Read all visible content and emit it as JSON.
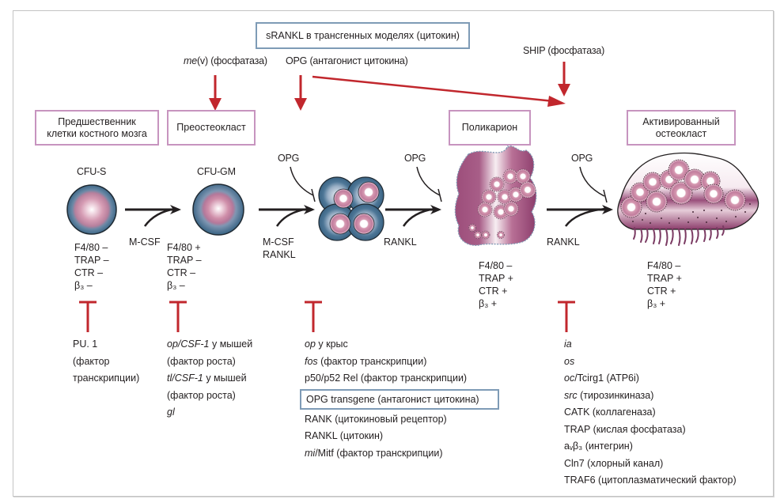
{
  "frame": {
    "border_color": "#c4c4c4"
  },
  "colors": {
    "inhibitor_red": "#c1272d",
    "arrow_dark": "#231f20",
    "box_blue": "#7e9bb6",
    "box_pink": "#c794bf",
    "cell_blue": "#46708f",
    "cell_pink": "#b87a96",
    "cell_purple": "#8c3d6c"
  },
  "top": {
    "srankl_box": "sRANKL в трансгенных моделях (цитокин)",
    "mev_label_italic": "me",
    "mev_label_rest": "(v) (фосфатаза)",
    "opg_label": "OPG (антагонист цитокина)",
    "ship_label": "SHIP (фосфатаза)"
  },
  "stages": [
    {
      "box": "Предшественник\nклетки костного мозга",
      "cell_label": "CFU-S",
      "markers": "F4/80 –\nTRAP –\nCTR –\nβ₃ –"
    },
    {
      "box": "Преостеокласт",
      "cell_label": "CFU-GM",
      "markers": "F4/80 +\nTRAP –\nCTR –\nβ₃ –"
    },
    {
      "box": "",
      "cell_label": "",
      "markers": ""
    },
    {
      "box": "Поликарион",
      "cell_label": "",
      "markers": "F4/80 –\nTRAP +\nCTR +\nβ₃ +"
    },
    {
      "box": "Активированный\nостеокласт",
      "cell_label": "",
      "markers": "F4/80 –\nTRAP +\nCTR +\nβ₃ +"
    }
  ],
  "transitions": [
    {
      "factor": "M-CSF",
      "inhibitor": ""
    },
    {
      "factor": "M-CSF\nRANKL",
      "inhibitor": "OPG"
    },
    {
      "factor": "RANKL",
      "inhibitor": "OPG"
    },
    {
      "factor": "RANKL",
      "inhibitor": "OPG"
    }
  ],
  "knockouts": [
    {
      "lines": [
        {
          "it": "",
          "txt": "PU. 1"
        },
        {
          "it": "",
          "txt": "(фактор"
        },
        {
          "it": "",
          "txt": "транскрипции)"
        }
      ]
    },
    {
      "lines": [
        {
          "it": "op/CSF-1",
          "txt": " у мышей"
        },
        {
          "it": "",
          "txt": "(фактор роста)"
        },
        {
          "it": "tl/CSF-1",
          "txt": " у мышей"
        },
        {
          "it": "",
          "txt": "(фактор роста)"
        },
        {
          "it": "gl",
          "txt": ""
        }
      ]
    },
    {
      "lines": [
        {
          "it": "op",
          "txt": " у крыс"
        },
        {
          "it": "fos",
          "txt": " (фактор транскрипции)"
        },
        {
          "it": "",
          "txt": "p50/p52 Rel (фактор транскрипции)"
        }
      ],
      "boxed": "OPG transgene (антагонист цитокина)",
      "lines_after": [
        {
          "it": "",
          "txt": "RANK (цитокиновый рецептор)"
        },
        {
          "it": "",
          "txt": "RANKL (цитокин)"
        },
        {
          "it": "mi",
          "txt": "/Mitf (фактор транскрипции)"
        }
      ]
    },
    {
      "lines": [
        {
          "it": "ia",
          "txt": ""
        },
        {
          "it": "os",
          "txt": ""
        },
        {
          "it": "oc",
          "txt": "/Tcirg1 (ATP6i)"
        },
        {
          "it": "src",
          "txt": " (тирозинкиназа)"
        },
        {
          "it": "",
          "txt": "CATK (коллагеназа)"
        },
        {
          "it": "",
          "txt": "TRAP (кислая фосфатаза)"
        },
        {
          "it": "",
          "txt": "aᵥβ₃ (интегрин)"
        },
        {
          "it": "",
          "txt": "Cln7 (хлорный канал)"
        },
        {
          "it": "",
          "txt": "TRAF6 (цитоплазматический фактор)"
        }
      ]
    }
  ]
}
